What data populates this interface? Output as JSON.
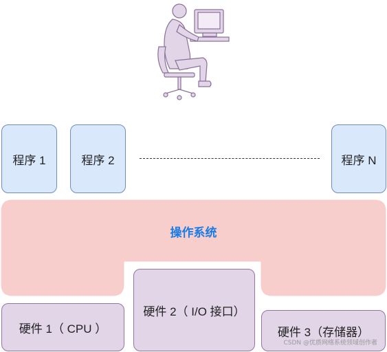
{
  "programs": [
    {
      "label": "程序 1"
    },
    {
      "label": "程序 2"
    },
    {
      "label": "程序 N"
    }
  ],
  "os": {
    "label": "操作系统"
  },
  "hardware": [
    {
      "label": "硬件 1（ CPU ）"
    },
    {
      "label": "硬件 2（ I/O 接口）"
    },
    {
      "label": "硬件 3（存储器）"
    }
  ],
  "watermark": "CSDN @优质网络系统领域创作者",
  "colors": {
    "program_fill": "#dae8fc",
    "program_stroke": "#6c8ebf",
    "os_fill": "#f8cecc",
    "os_text": "#1a7be6",
    "hardware_fill": "#e1d5e7",
    "hardware_stroke": "#9673a6",
    "figure_fill": "#e1d5e7"
  },
  "icons": [
    "user-at-computer-icon"
  ]
}
